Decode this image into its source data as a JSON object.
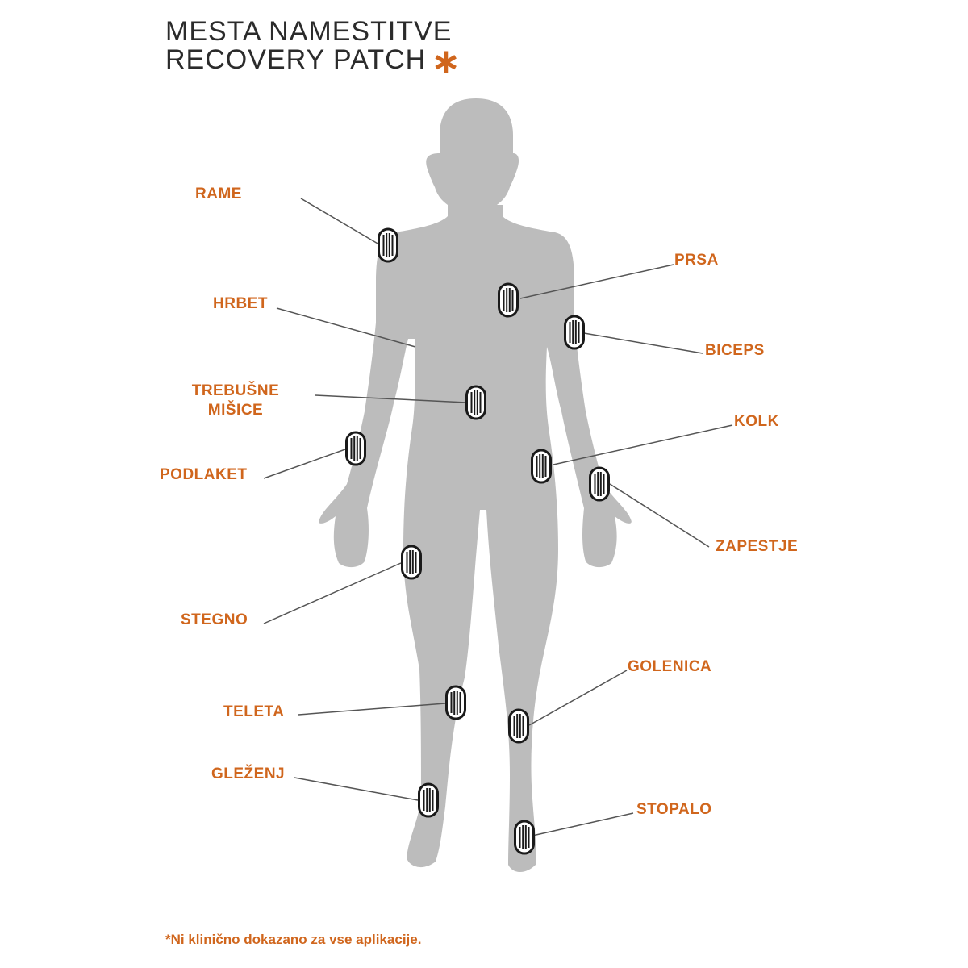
{
  "title": {
    "line1": "MESTA NAMESTITVE",
    "line2": "RECOVERY PATCH",
    "asterisk": "∗"
  },
  "sites": [
    {
      "id": "rame",
      "label": "RAME"
    },
    {
      "id": "hrbet",
      "label": "HRBET"
    },
    {
      "id": "trebusne-misice",
      "label": "TREBUŠNE",
      "label2": "MIŠICE"
    },
    {
      "id": "podlaket",
      "label": "PODLAKET"
    },
    {
      "id": "stegno",
      "label": "STEGNO"
    },
    {
      "id": "teleta",
      "label": "TELETA"
    },
    {
      "id": "glezenj",
      "label": "GLEŽENJ"
    },
    {
      "id": "prsa",
      "label": "PRSA"
    },
    {
      "id": "biceps",
      "label": "BICEPS"
    },
    {
      "id": "kolk",
      "label": "KOLK"
    },
    {
      "id": "zapestje",
      "label": "ZAPESTJE"
    },
    {
      "id": "golenica",
      "label": "GOLENICA"
    },
    {
      "id": "stopalo",
      "label": "STOPALO"
    }
  ],
  "footnote": "*Ni klinično dokazano za vse aplikacije.",
  "colors": {
    "accent": "#d0661d",
    "body": "#bcbcbc",
    "leader": "#555555",
    "patch": "#1a1a1a"
  }
}
